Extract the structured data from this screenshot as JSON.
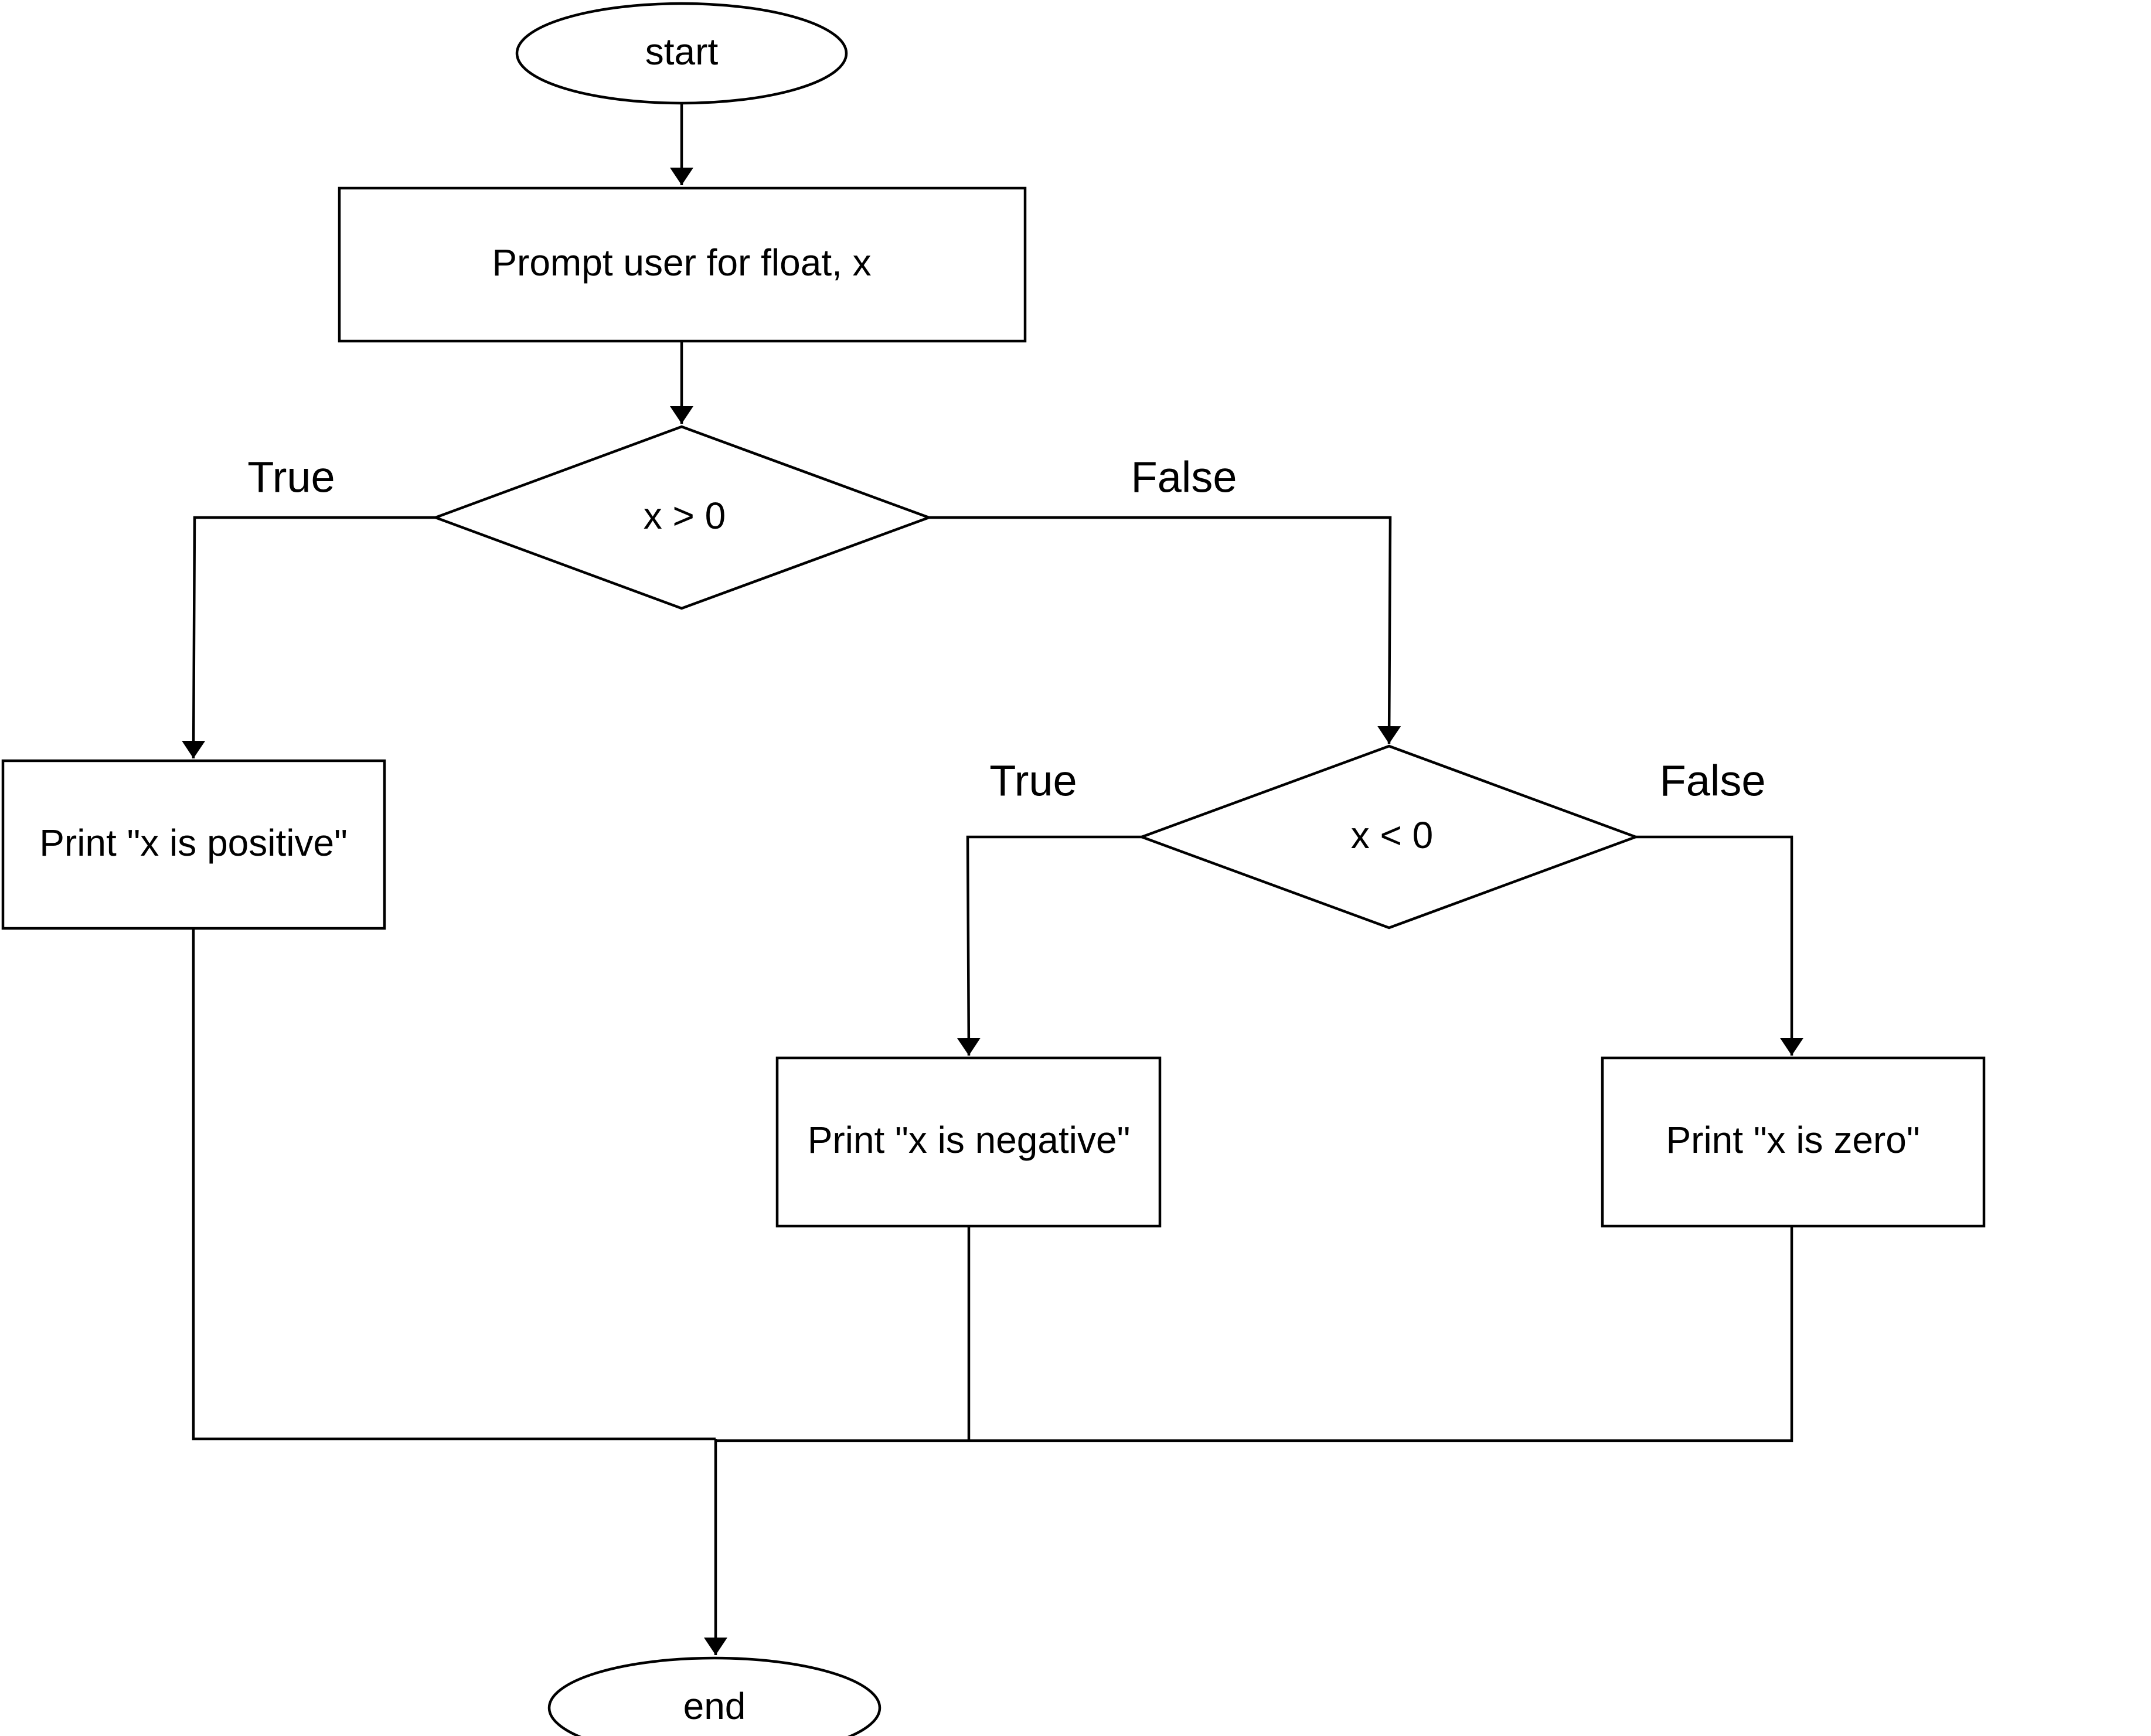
{
  "nodes": {
    "start": "start",
    "prompt": "Prompt user for float, x",
    "decision_positive": "x > 0",
    "decision_negative": "x < 0",
    "print_positive": "Print \"x is positive\"",
    "print_negative": "Print \"x is negative\"",
    "print_zero": "Print \"x is zero\"",
    "end": "end"
  },
  "branches": {
    "d1_true": "True",
    "d1_false": "False",
    "d2_true": "True",
    "d2_false": "False"
  },
  "colors": {
    "stroke": "#000000",
    "fill": "#ffffff",
    "text": "#000000"
  }
}
